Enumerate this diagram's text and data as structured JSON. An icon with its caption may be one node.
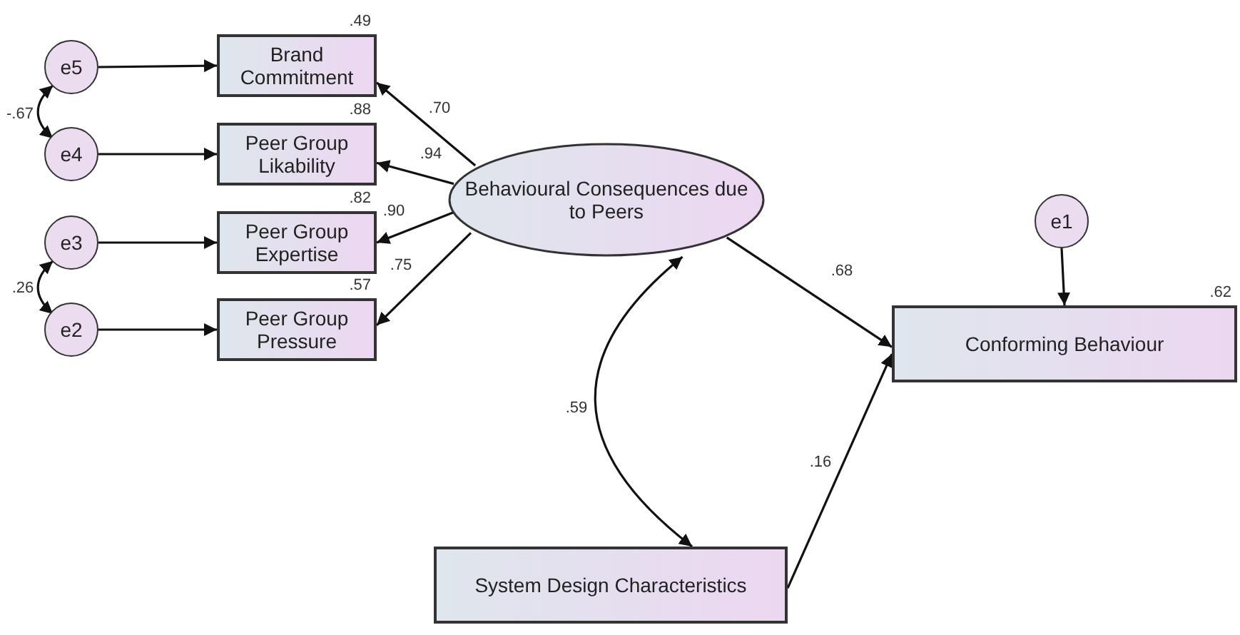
{
  "diagram": {
    "nodes": [
      {
        "text": [
          "e5"
        ]
      },
      {
        "text": [
          "Brand Commitment"
        ],
        "beside": [
          ".49"
        ]
      },
      {
        "text": [
          "e4"
        ]
      },
      {
        "text": [
          "Peer Group Likability"
        ],
        "beside": [
          ".88"
        ]
      },
      {
        "text": [
          "e3"
        ]
      },
      {
        "text": [
          "Peer Group Expertise"
        ],
        "beside": [
          ".82"
        ]
      },
      {
        "text": [
          "e2"
        ]
      },
      {
        "text": [
          "Peer Group Pressure"
        ],
        "beside": [
          ".57"
        ]
      },
      {
        "text": [
          "Behavioural Consequences due to Peers"
        ]
      },
      {
        "text": [
          "e1"
        ]
      },
      {
        "text": [
          "Conforming Behaviour"
        ],
        "beside": [
          ".62"
        ]
      },
      {
        "text": [
          "System Design Characteristics"
        ]
      }
    ],
    "edges": [
      {
        "from": 0,
        "to": 1,
        "arrow": "to"
      },
      {
        "from": 2,
        "to": 3,
        "arrow": "to"
      },
      {
        "from": 4,
        "to": 5,
        "arrow": "to"
      },
      {
        "from": 6,
        "to": 7,
        "arrow": "to"
      },
      {
        "from": 0,
        "to": 2,
        "arrow": "both",
        "label": "-.67"
      },
      {
        "from": 4,
        "to": 6,
        "arrow": "both",
        "label": ".26"
      },
      {
        "from": 8,
        "to": 1,
        "arrow": "to",
        "label": ".70"
      },
      {
        "from": 8,
        "to": 3,
        "arrow": "to",
        "label": ".94"
      },
      {
        "from": 8,
        "to": 5,
        "arrow": "to",
        "label": ".90"
      },
      {
        "from": 8,
        "to": 7,
        "arrow": "to",
        "label": ".75"
      },
      {
        "from": 8,
        "to": 10,
        "arrow": "to",
        "label": ".68"
      },
      {
        "from": 9,
        "to": 10,
        "arrow": "to"
      },
      {
        "from": 11,
        "to": 10,
        "arrow": "to",
        "label": ".16"
      },
      {
        "from": 8,
        "to": 11,
        "arrow": "both",
        "label": ".59"
      }
    ]
  }
}
